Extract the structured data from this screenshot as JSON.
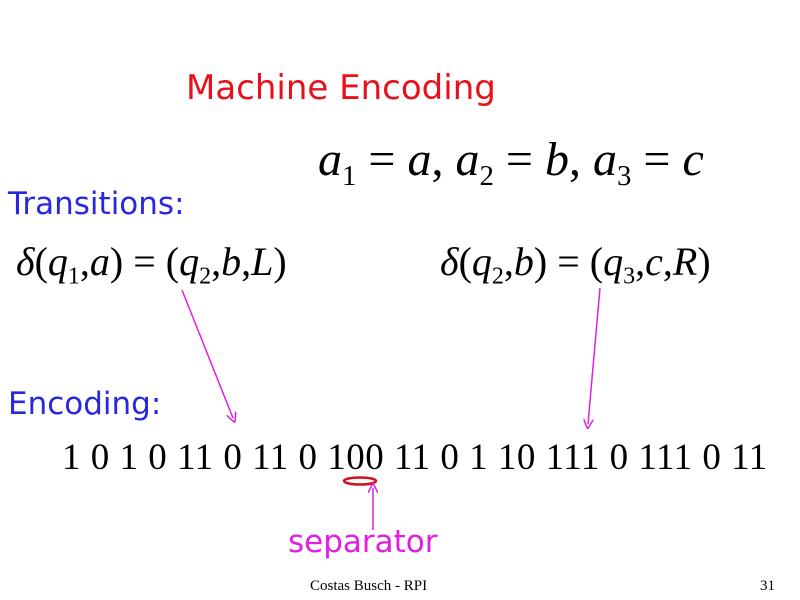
{
  "title": "Machine Encoding",
  "assignments": {
    "a1_sym": "a",
    "a1_sub": "1",
    "a1_val": "a",
    "a2_sym": "a",
    "a2_sub": "2",
    "a2_val": "b",
    "a3_sym": "a",
    "a3_sub": "3",
    "a3_val": "c"
  },
  "labels": {
    "transitions": "Transitions:",
    "encoding": "Encoding:",
    "separator": "separator"
  },
  "transitions": [
    {
      "delta": "δ",
      "state_sym": "q",
      "state_sub": "1",
      "input": "a",
      "next_sym": "q",
      "next_sub": "2",
      "write": "b",
      "move": "L"
    },
    {
      "delta": "δ",
      "state_sym": "q",
      "state_sub": "2",
      "input": "b",
      "next_sym": "q",
      "next_sub": "3",
      "write": "c",
      "move": "R"
    }
  ],
  "encoding": {
    "part1": "1 0 1 0 11 0 11 0 1",
    "separator": "00",
    "part2": " 11 0 1 10 111 0 111 0 11"
  },
  "footer": {
    "author": "Costas Busch - RPI",
    "page": "31"
  },
  "colors": {
    "title": "#e8101a",
    "label": "#2828e0",
    "arrow": "#e020e0",
    "separator_mark": "#d0101a"
  }
}
